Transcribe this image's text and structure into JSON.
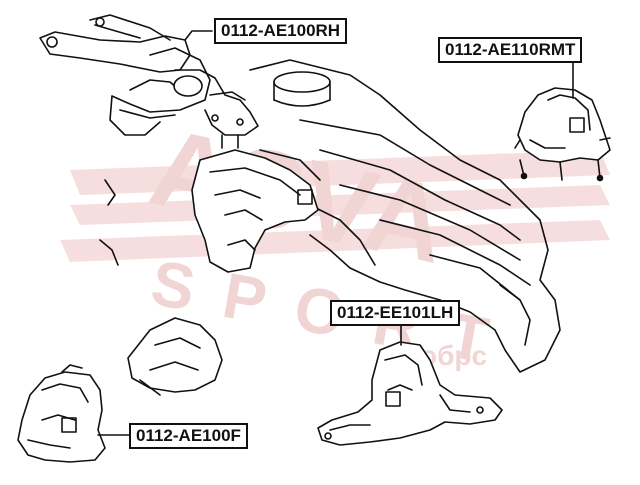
{
  "parts": [
    {
      "id": "rh",
      "label": "0112-AE100RH"
    },
    {
      "id": "rmt",
      "label": "0112-AE110RMT"
    },
    {
      "id": "lh",
      "label": "0112-EE101LH"
    },
    {
      "id": "f",
      "label": "0112-AE100F"
    }
  ],
  "watermark": {
    "brand": "ASVA",
    "line": "SPORT",
    "site": "oбpc"
  },
  "colors": {
    "line": "#111111",
    "watermark": "#e7b3b3"
  }
}
